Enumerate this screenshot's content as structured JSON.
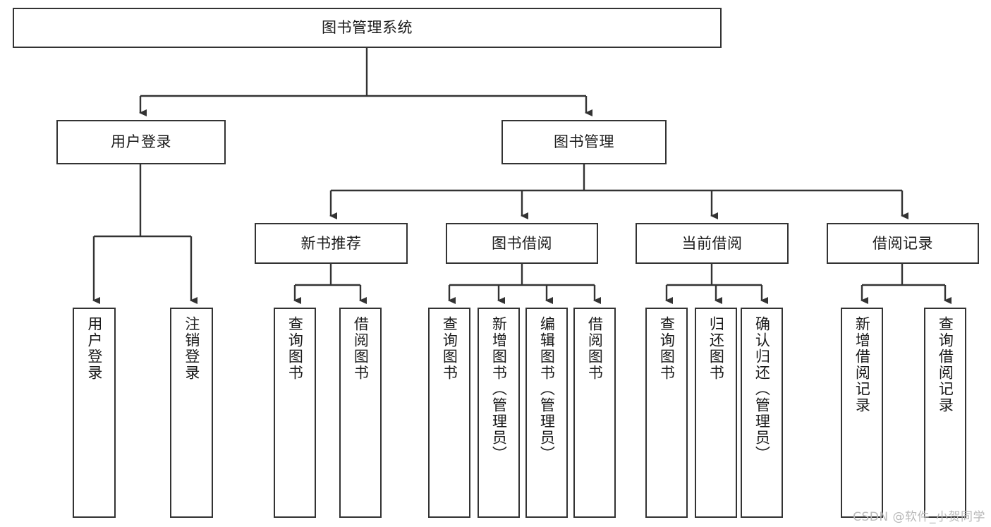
{
  "diagram": {
    "title": "图书管理系统",
    "type": "tree-functional-structure",
    "root": {
      "id": "root",
      "label": "图书管理系统",
      "orientation": "horizontal"
    },
    "level2": [
      {
        "id": "user-login",
        "label": "用户登录",
        "orientation": "horizontal"
      },
      {
        "id": "book-manage",
        "label": "图书管理",
        "orientation": "horizontal"
      }
    ],
    "level3": [
      {
        "id": "new-book-recommend",
        "label": "新书推荐",
        "parent": "book-manage",
        "orientation": "horizontal"
      },
      {
        "id": "book-borrow",
        "label": "图书借阅",
        "parent": "book-manage",
        "orientation": "horizontal"
      },
      {
        "id": "current-borrow",
        "label": "当前借阅",
        "parent": "book-manage",
        "orientation": "horizontal"
      },
      {
        "id": "borrow-record",
        "label": "借阅记录",
        "parent": "book-manage",
        "orientation": "horizontal"
      }
    ],
    "leaves": [
      {
        "id": "leaf-user-login",
        "label": "用户登录",
        "parent": "user-login",
        "orientation": "vertical"
      },
      {
        "id": "leaf-logout-login",
        "label": "注销登录",
        "parent": "user-login",
        "orientation": "vertical"
      },
      {
        "id": "leaf-query-book-1",
        "label": "查询图书",
        "parent": "new-book-recommend",
        "orientation": "vertical"
      },
      {
        "id": "leaf-borrow-book-1",
        "label": "借阅图书",
        "parent": "new-book-recommend",
        "orientation": "vertical"
      },
      {
        "id": "leaf-query-book-2",
        "label": "查询图书",
        "parent": "book-borrow",
        "orientation": "vertical"
      },
      {
        "id": "leaf-add-book",
        "label": "新增图书（管理员）",
        "parent": "book-borrow",
        "orientation": "vertical"
      },
      {
        "id": "leaf-edit-book",
        "label": "编辑图书（管理员）",
        "parent": "book-borrow",
        "orientation": "vertical"
      },
      {
        "id": "leaf-borrow-book-2",
        "label": "借阅图书",
        "parent": "book-borrow",
        "orientation": "vertical"
      },
      {
        "id": "leaf-query-book-3",
        "label": "查询图书",
        "parent": "current-borrow",
        "orientation": "vertical"
      },
      {
        "id": "leaf-return-book",
        "label": "归还图书",
        "parent": "current-borrow",
        "orientation": "vertical"
      },
      {
        "id": "leaf-confirm-return",
        "label": "确认归还（管理员）",
        "parent": "current-borrow",
        "orientation": "vertical"
      },
      {
        "id": "leaf-add-record",
        "label": "新增借阅记录",
        "parent": "borrow-record",
        "orientation": "vertical"
      },
      {
        "id": "leaf-query-record",
        "label": "查询借阅记录",
        "parent": "borrow-record",
        "orientation": "vertical"
      }
    ],
    "watermark": "CSDN @软件_小贺同学",
    "colors": {
      "border": "#333333",
      "background": "#ffffff",
      "text": "#1a1a1a",
      "connector": "#333333",
      "watermark": "#b9b9b9"
    }
  }
}
